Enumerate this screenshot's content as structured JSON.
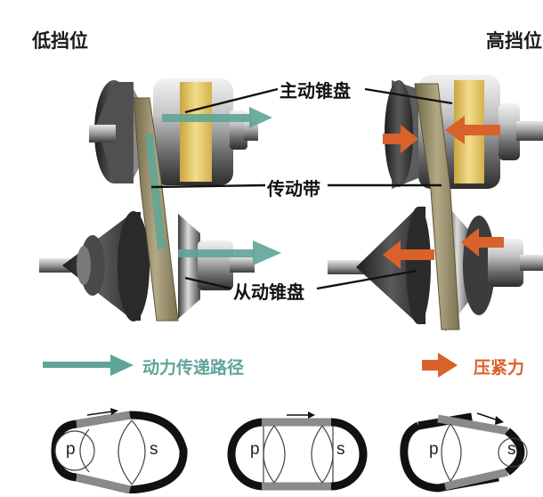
{
  "titles": {
    "low_gear": "低挡位",
    "high_gear": "高挡位"
  },
  "callouts": {
    "drive_cone": "主动锥盘",
    "belt": "传动带",
    "driven_cone": "从动锥盘"
  },
  "legend": {
    "power_path": "动力传递路径",
    "clamping_force": "压紧力"
  },
  "pulley_labels": {
    "primary": "p",
    "secondary": "s"
  },
  "colors": {
    "power_path": "#5ea497",
    "clamping_force": "#d9622b",
    "belt": "#9a8f6a",
    "cone_gold": "#e8c86a",
    "metal_dark": "#3d3d3d",
    "metal_light": "#bdbdbd"
  }
}
